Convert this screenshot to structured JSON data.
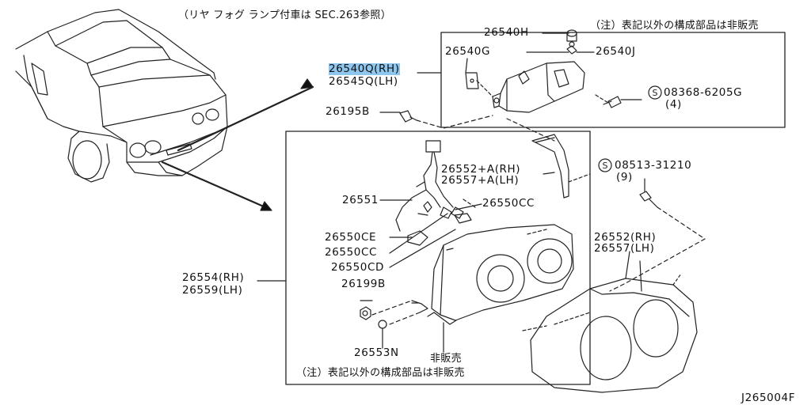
{
  "title_note": "（リヤ フォグ ランプ付車は SEC.263参照）",
  "inset_note": "（注）表記以外の構成部品は非販売",
  "main_note": "（注）表記以外の構成部品は非販売",
  "not_sold": "非販売",
  "diagram_code": "J265004F",
  "highlight_color": "#8ec6ee",
  "parts": {
    "p26540H": "26540H",
    "p26540G": "26540G",
    "p26540J": "26540J",
    "p26540Q": "26540Q(RH)",
    "p26545Q": "26545Q(LH)",
    "p08368": "08368-6205G",
    "p08368_qty": "(4)",
    "p26195B": "26195B",
    "p26552A": "26552+A(RH)",
    "p26557A": "26557+A(LH)",
    "p08513": "08513-31210",
    "p08513_qty": "(9)",
    "p26551": "26551",
    "p26550CC_top": "26550CC",
    "p26550CE": "26550CE",
    "p26550CC": "26550CC",
    "p26550CD": "26550CD",
    "p26199B": "26199B",
    "p26553N": "26553N",
    "p26554": "26554(RH)",
    "p26559": "26559(LH)",
    "p26552": "26552(RH)",
    "p26557": "26557(LH)"
  }
}
